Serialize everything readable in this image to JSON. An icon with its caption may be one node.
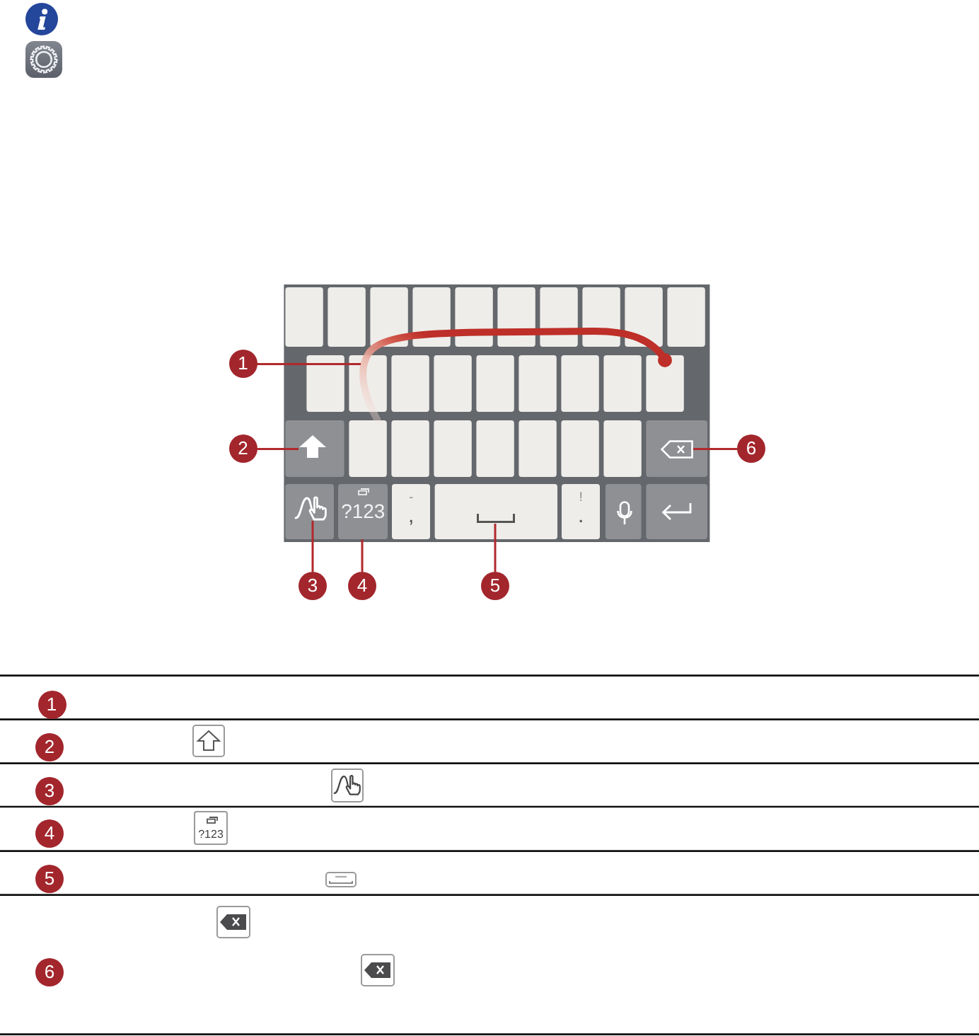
{
  "diagram": {
    "nodes": [
      {
        "text": [
          "1"
        ]
      },
      {
        "text": [
          "2"
        ]
      },
      {
        "text": [],
        "shape": "picture"
      },
      {
        "text": [],
        "shape": "picture"
      },
      {
        "text": [
          "6"
        ]
      },
      {
        "text": [],
        "shape": "picture"
      },
      {
        "text": [
          "?123"
        ]
      },
      {
        "text": [
          "-",
          ","
        ]
      },
      {
        "text": [],
        "shape": "picture"
      },
      {
        "text": [
          "!",
          "."
        ]
      },
      {
        "text": [
          "3"
        ]
      },
      {
        "text": [
          "4"
        ]
      },
      {
        "text": [
          "5"
        ]
      },
      {
        "text": [
          "1"
        ]
      },
      {
        "text": [
          "2"
        ]
      },
      {
        "text": [
          "3"
        ]
      },
      {
        "text": [
          "4"
        ]
      },
      {
        "text": [
          "5"
        ]
      },
      {
        "text": [
          "6"
        ]
      }
    ],
    "edges": [
      {
        "from": 0,
        "to": null,
        "arrow": "none"
      },
      {
        "from": 1,
        "to": 2,
        "arrow": "none"
      },
      {
        "from": 10,
        "to": 5,
        "arrow": "none"
      },
      {
        "from": 11,
        "to": 6,
        "arrow": "none"
      },
      {
        "from": 12,
        "to": 8,
        "arrow": "none"
      },
      {
        "from": 4,
        "to": 3,
        "arrow": "none"
      }
    ],
    "labels": [
      "?123"
    ]
  }
}
